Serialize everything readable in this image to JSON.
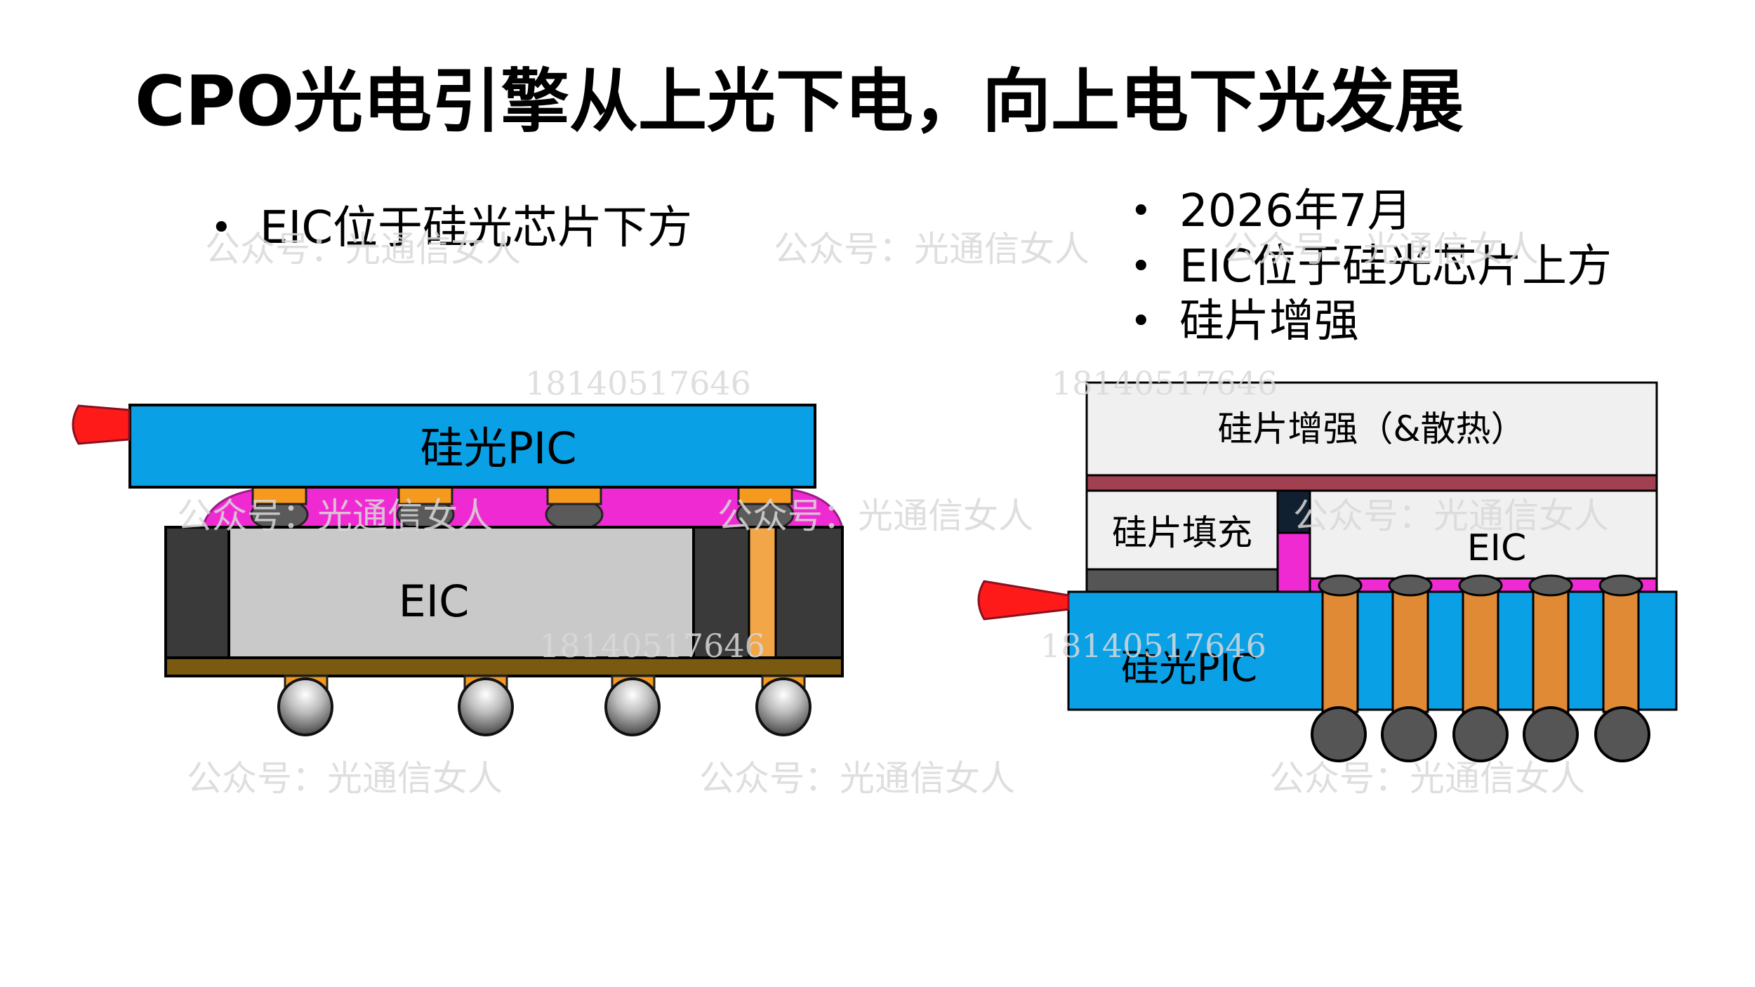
{
  "title": "CPO光电引擎从上光下电，向上电下光发展",
  "left": {
    "bullets": [
      "EIC位于硅光芯片下方"
    ],
    "labels": {
      "pic": "硅光PIC",
      "eic": "EIC"
    }
  },
  "right": {
    "bullets": [
      "2026年7月",
      "EIC位于硅光芯片上方",
      "硅片增强"
    ],
    "labels": {
      "stiffener": "硅片增强（&散热）",
      "filler": "硅片填充",
      "eic": "EIC",
      "pic": "硅光PIC"
    }
  },
  "watermarks": {
    "text": "公众号：光通信女人",
    "number": "18140517646"
  },
  "colors": {
    "pic_blue": "#0aa0e6",
    "underfill_magenta": "#f02ad2",
    "pad_orange": "#f59a1e",
    "via_orange": "#e08a36",
    "mold_dark": "#3a3a3a",
    "eic_gray": "#c9c9c9",
    "substrate_brown": "#7a5a10",
    "fiber_red": "#ff1a1a",
    "stiffener_gray": "#f0f0f0",
    "bond_line": "#a04050"
  }
}
